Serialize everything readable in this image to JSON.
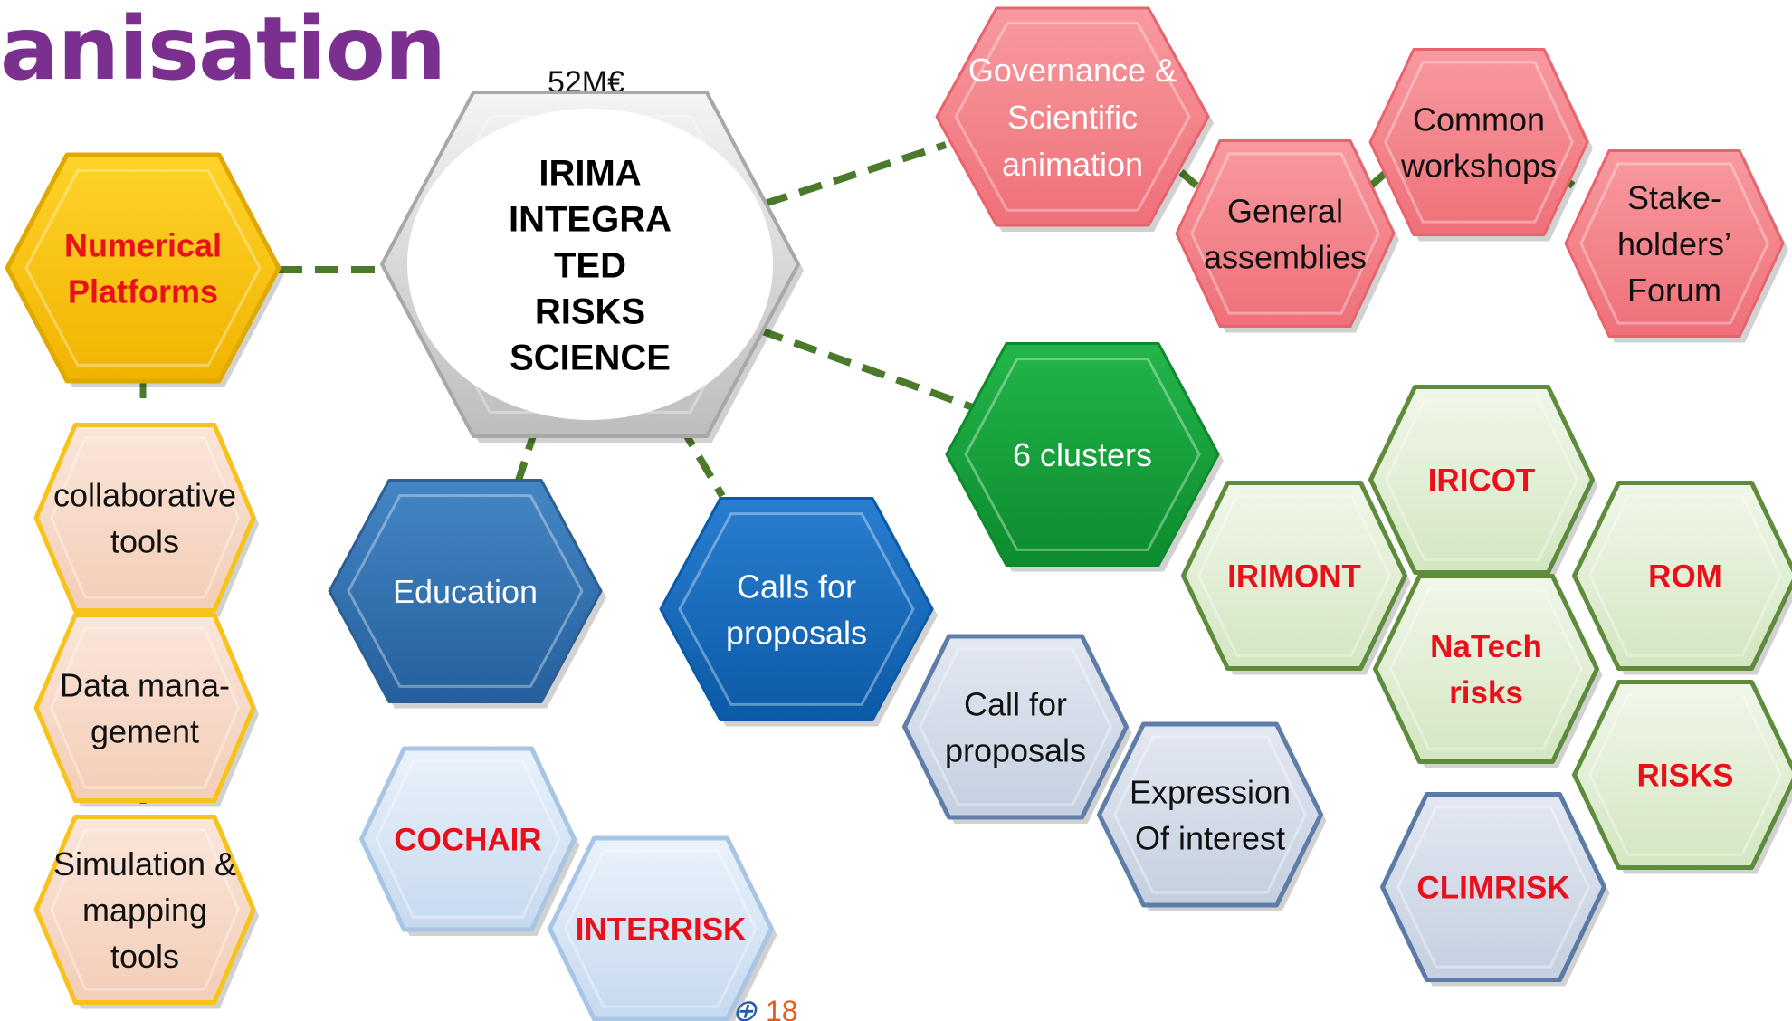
{
  "title": "anisation",
  "budget": "52M€",
  "center": {
    "lines": [
      "IRIMA",
      "INTEGRA",
      "TED",
      "RISKS",
      "SCIENCE"
    ]
  },
  "numerical": {
    "lines": [
      "Numerical",
      "Platforms"
    ]
  },
  "tools": [
    {
      "lines": [
        "collaborative",
        "tools"
      ]
    },
    {
      "lines": [
        "Data mana-",
        "gement"
      ]
    },
    {
      "lines": [
        "Simulation &",
        "mapping",
        "tools"
      ]
    }
  ],
  "governance": {
    "lines": [
      "Governance &",
      "Scientific",
      "animation"
    ]
  },
  "general_assemblies": {
    "lines": [
      "General",
      "assemblies"
    ]
  },
  "common_workshops": {
    "lines": [
      "Common",
      "workshops"
    ]
  },
  "stakeholders_forum": {
    "lines": [
      "Stake-",
      "holders’",
      "Forum"
    ]
  },
  "clusters": {
    "label": "6 clusters"
  },
  "cluster_items": [
    "IRICOT",
    "IRIMONT",
    "ROM",
    "NaTech risks",
    "RISKS",
    "CLIMRISK"
  ],
  "education": {
    "label": "Education"
  },
  "education_items": [
    "COCHAIR",
    "INTERRISK"
  ],
  "calls": {
    "lines": [
      "Calls for",
      "proposals"
    ]
  },
  "calls_items": [
    {
      "lines": [
        "Call for",
        "proposals"
      ]
    },
    {
      "lines": [
        "Expression",
        "Of interest"
      ]
    }
  ],
  "colors": {
    "title": "#7b2f8e",
    "connector": "#4a7a2a",
    "red_text": "#e8101a",
    "yellow": "#f9c400",
    "pink": "#f27d84",
    "green": "#19a33c",
    "blue_dark": "#2e6fae",
    "blue_mid": "#1666b4"
  }
}
